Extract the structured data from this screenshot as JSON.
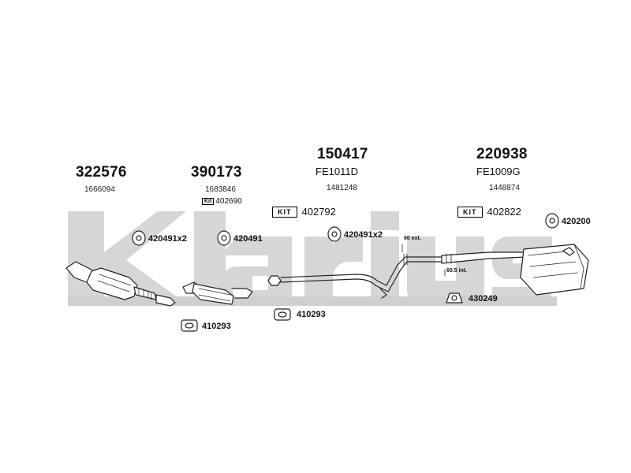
{
  "watermark": "klarius",
  "groups": [
    {
      "part_number": "322576",
      "reference": "1666094"
    },
    {
      "part_number": "390173",
      "reference": "1683846",
      "kit_label": "Kit",
      "kit_number": "402690"
    },
    {
      "part_number": "150417",
      "oe": "FE1011D",
      "reference": "1481248",
      "kit_label": "KIT",
      "kit_number": "402792"
    },
    {
      "part_number": "220938",
      "oe": "FE1009G",
      "reference": "1448874",
      "kit_label": "KIT",
      "kit_number": "402822"
    }
  ],
  "parts": {
    "mount_1": "420491x2",
    "mount_2": "420491",
    "mount_3": "420491x2",
    "mount_4": "420200",
    "clamp": "430249",
    "gasket_1": "410293",
    "gasket_2": "410293"
  },
  "dimensions": {
    "ext": "60 ext.",
    "int": "60.5 int."
  },
  "colors": {
    "watermark": "#d4d4d4",
    "line": "#222222"
  }
}
